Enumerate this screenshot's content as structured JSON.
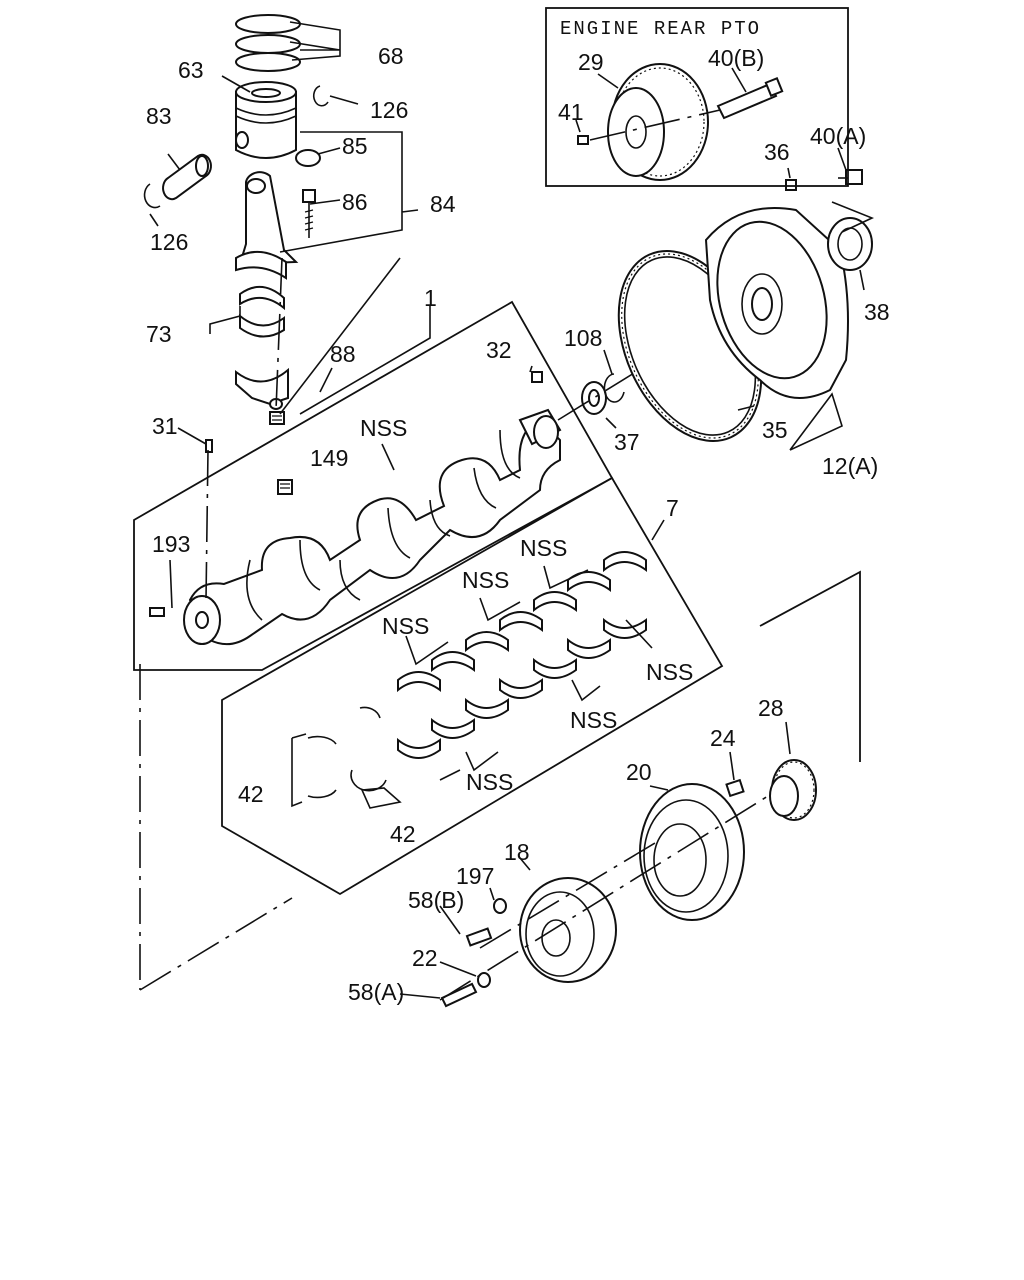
{
  "pto_box": {
    "title": "ENGINE REAR PTO"
  },
  "labels": {
    "p68": "68",
    "p63": "63",
    "p126a": "126",
    "p83": "83",
    "p85": "85",
    "p126b": "126",
    "p86": "86",
    "p84": "84",
    "p73": "73",
    "p1": "1",
    "p88": "88",
    "p32": "32",
    "p108": "108",
    "p31": "31",
    "p149": "149",
    "nss_crank": "NSS",
    "p37": "37",
    "p35": "35",
    "p12a": "12(A)",
    "p29": "29",
    "p40b": "40(B)",
    "p41": "41",
    "p36": "36",
    "p40a": "40(A)",
    "p38": "38",
    "p193": "193",
    "p7": "7",
    "nss1": "NSS",
    "nss2": "NSS",
    "nss3": "NSS",
    "nss4": "NSS",
    "nss5": "NSS",
    "nss6": "NSS",
    "p42a": "42",
    "p42b": "42",
    "p28": "28",
    "p24": "24",
    "p20": "20",
    "p18": "18",
    "p197": "197",
    "p58b": "58(B)",
    "p22": "22",
    "p58a": "58(A)"
  }
}
